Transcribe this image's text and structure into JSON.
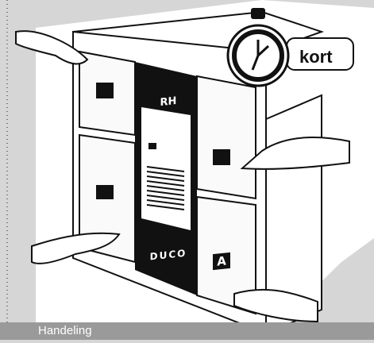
{
  "device": {
    "sensor_label": "RH",
    "brand": "DUCO",
    "badge": "A"
  },
  "timer": {
    "label": "kort",
    "icon": "stopwatch-icon"
  },
  "caption": {
    "text": "Handeling"
  },
  "colors": {
    "background": "#d6d6d6",
    "device_center": "#111111",
    "caption_bar": "#9a9a9a"
  }
}
